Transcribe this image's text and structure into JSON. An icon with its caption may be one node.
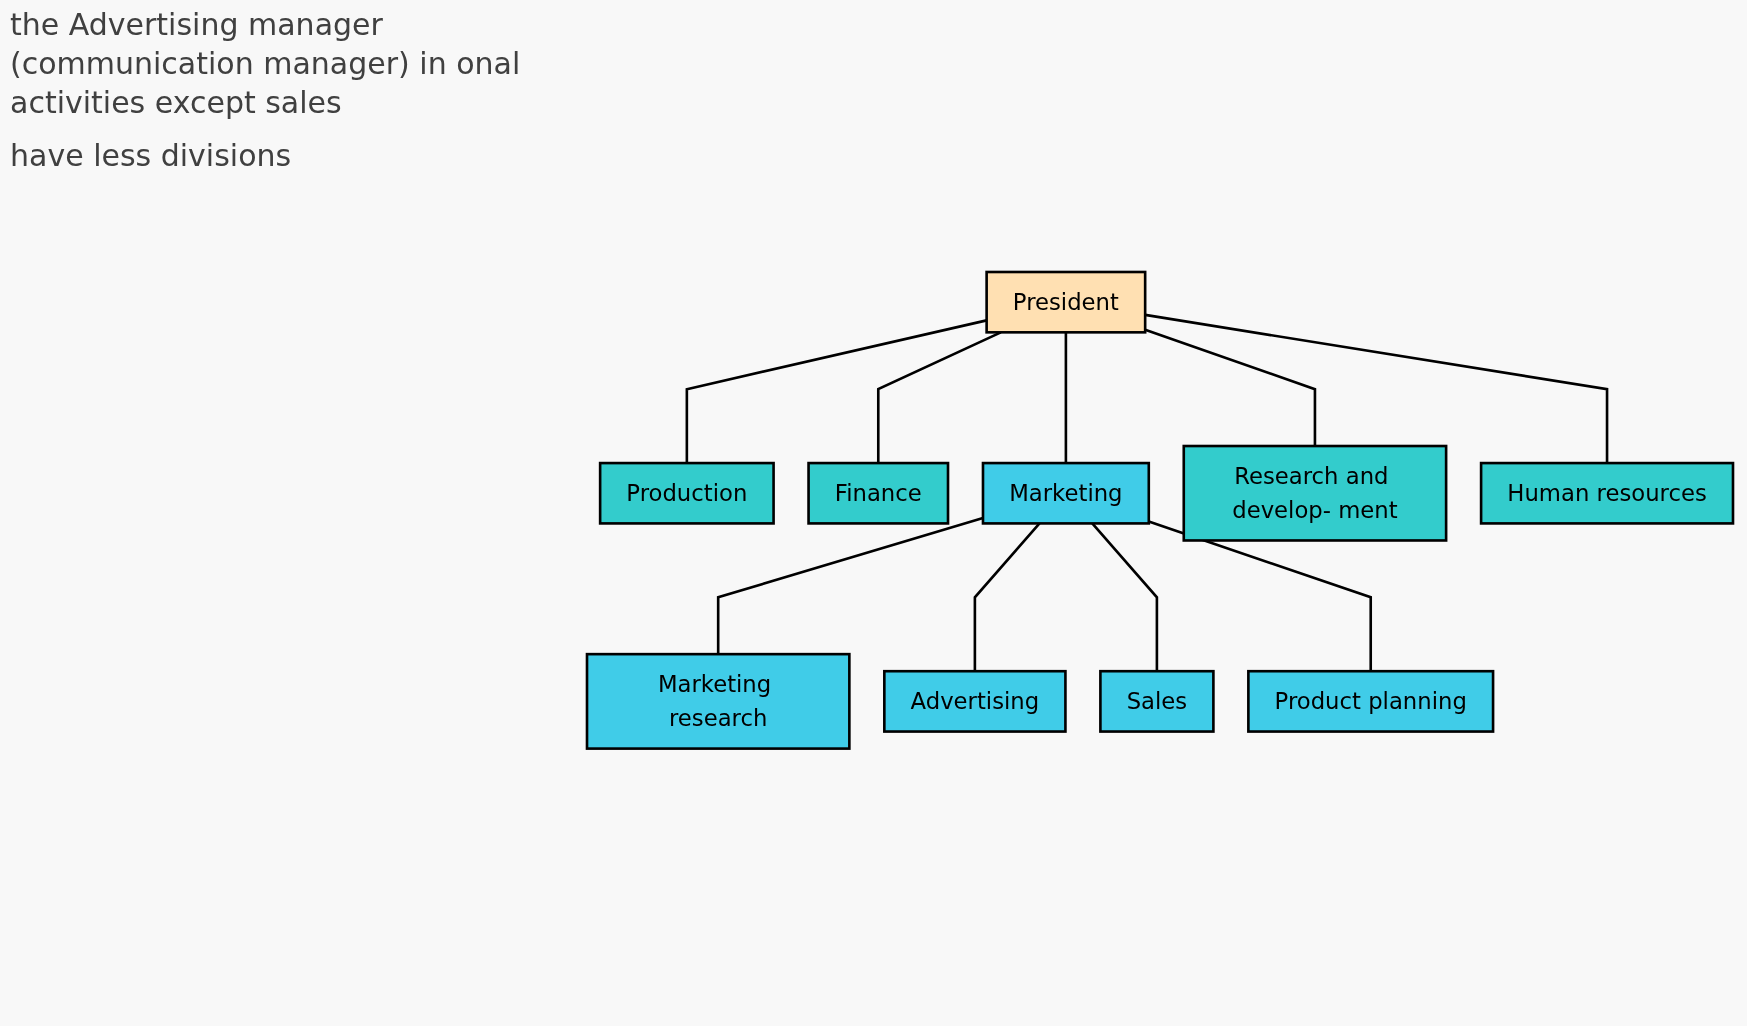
{
  "diagram": {
    "nodes": [
      {
        "text": [
          "President"
        ]
      },
      {
        "text": [
          "Production"
        ]
      },
      {
        "text": [
          "Finance"
        ]
      },
      {
        "text": [
          "Marketing"
        ]
      },
      {
        "text": [
          "Research and develop- ment"
        ]
      },
      {
        "text": [
          "Human resources"
        ]
      },
      {
        "text": [
          "Marketing research"
        ]
      },
      {
        "text": [
          "Advertising"
        ]
      },
      {
        "text": [
          "Sales"
        ]
      },
      {
        "text": [
          "Product planning"
        ]
      }
    ],
    "edges": [
      {
        "from": 0,
        "to": 1,
        "arrow": "none"
      },
      {
        "from": 0,
        "to": 2,
        "arrow": "none"
      },
      {
        "from": 0,
        "to": 3,
        "arrow": "none"
      },
      {
        "from": 0,
        "to": 4,
        "arrow": "none"
      },
      {
        "from": 0,
        "to": 5,
        "arrow": "none"
      },
      {
        "from": 3,
        "to": 6,
        "arrow": "none"
      },
      {
        "from": 3,
        "to": 7,
        "arrow": "none"
      },
      {
        "from": 3,
        "to": 8,
        "arrow": "none"
      },
      {
        "from": 3,
        "to": 9,
        "arrow": "none"
      }
    ],
    "labels": [
      "the Advertising manager (communication manager) in onal activities except sales",
      "have less divisions"
    ]
  }
}
